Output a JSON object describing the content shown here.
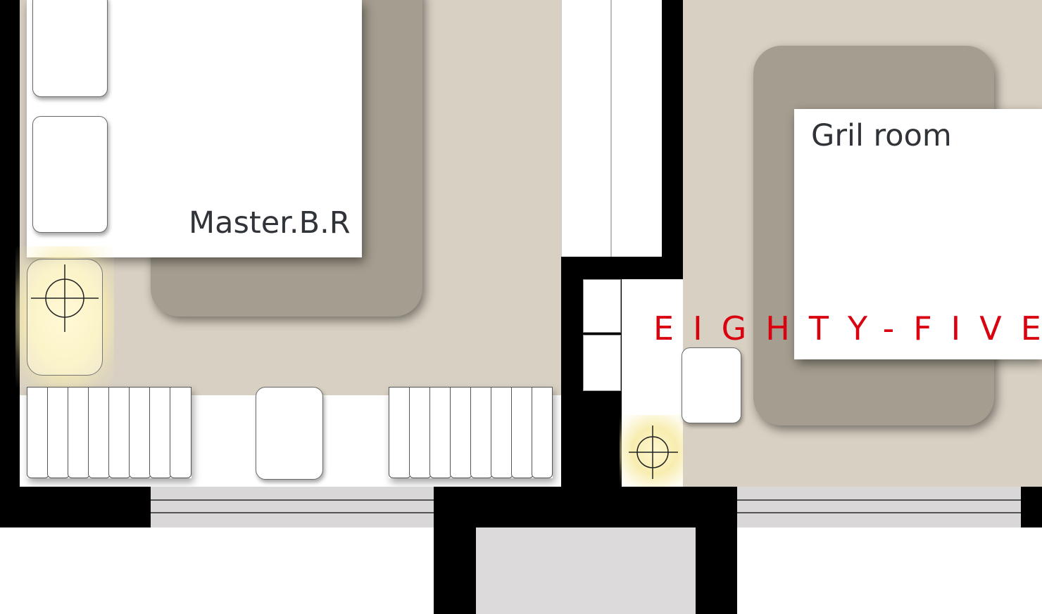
{
  "rooms": {
    "master_bedroom": {
      "label": "Master.B.R"
    },
    "girl_room": {
      "label": "Gril room"
    }
  },
  "annotation": {
    "text": "EIGHTY-FIVE"
  },
  "colors": {
    "wall": "#000000",
    "floor": "#d8d0c2",
    "rug": "#a59d8f",
    "window_glass": "#d9d7d8",
    "annotation": "#d9000f",
    "light_glow": "#f8edb0"
  },
  "icons": [
    "ceiling-light-icon"
  ]
}
